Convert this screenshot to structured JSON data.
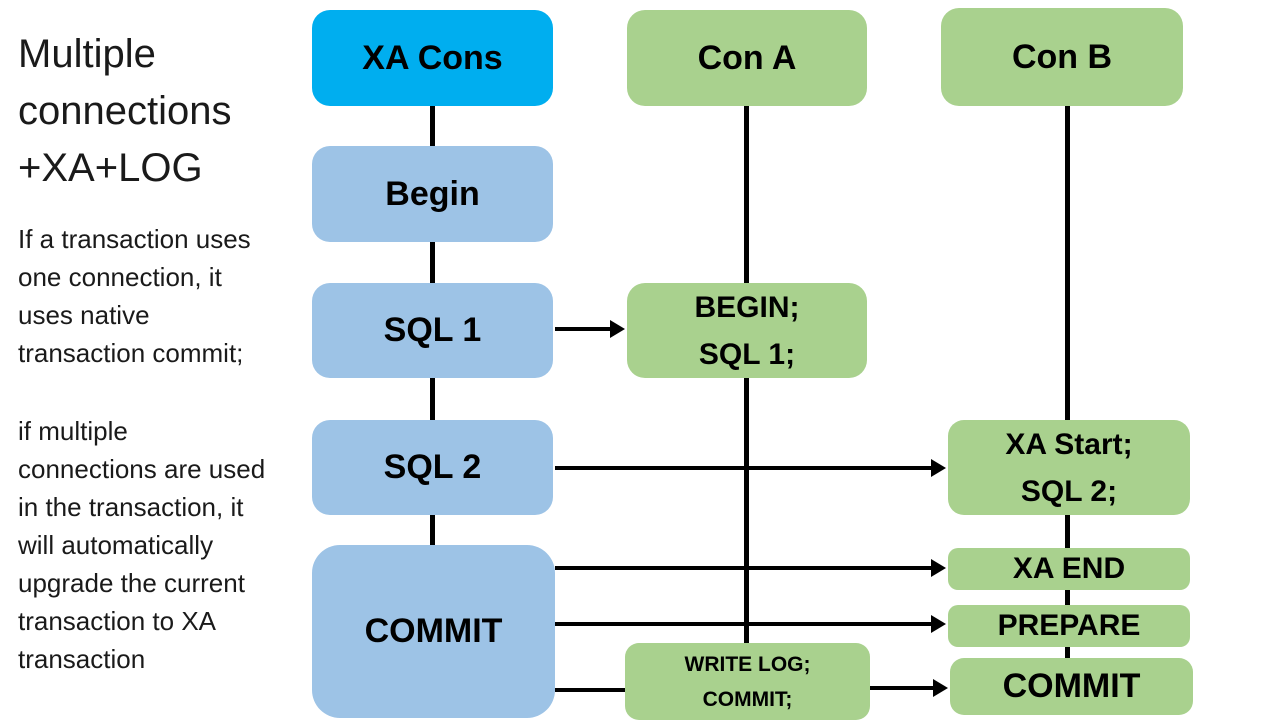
{
  "slide": {
    "title_lines": [
      "Multiple",
      "connections",
      "+XA+LOG"
    ],
    "paragraph1_lines": [
      "If a transaction uses",
      "one connection, it",
      "uses native",
      "transaction commit;"
    ],
    "paragraph2_lines": [
      "if multiple",
      "connections are used",
      "in the transaction, it",
      "will automatically",
      "upgrade the current",
      "transaction to XA",
      "transaction"
    ]
  },
  "colors": {
    "xa_cons_bg": "#00aeef",
    "flow_box_bg": "#9dc3e6",
    "green_box_bg": "#a9d18e",
    "line": "#000000"
  },
  "nodes": {
    "xa_cons": {
      "label": "XA Cons"
    },
    "begin": {
      "label": "Begin"
    },
    "sql1": {
      "label": "SQL 1"
    },
    "sql2": {
      "label": "SQL 2"
    },
    "commit": {
      "label": "COMMIT"
    },
    "con_a": {
      "label": "Con A"
    },
    "begin_sql1": {
      "line1": "BEGIN;",
      "line2": "SQL 1;"
    },
    "write_log": {
      "line1": "WRITE LOG;",
      "line2": "COMMIT;"
    },
    "con_b": {
      "label": "Con B"
    },
    "xa_start": {
      "line1": "XA Start;",
      "line2": "SQL 2;"
    },
    "xa_end": {
      "label": "XA END"
    },
    "prepare": {
      "label": "PREPARE"
    },
    "commit_b": {
      "label": "COMMIT"
    }
  }
}
